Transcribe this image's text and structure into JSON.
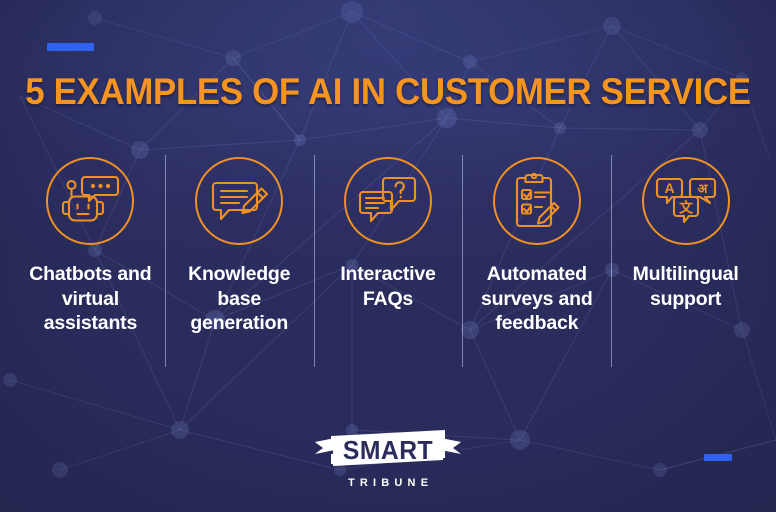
{
  "page": {
    "title": "5 EXAMPLES OF AI IN CUSTOMER SERVICE",
    "background_color": "#2a2c5c",
    "accent_color": "#2f62ee",
    "highlight_color": "#f5941e",
    "text_color": "#ffffff"
  },
  "accents": {
    "top_bar_name": "top-left-accent-bar",
    "bottom_bar_name": "bottom-right-accent-bar"
  },
  "columns": [
    {
      "index": "1",
      "label": "Chatbots and virtual assistants",
      "icon": "chatbot-robot-icon"
    },
    {
      "index": "2",
      "label": "Knowledge base generation",
      "icon": "speech-bubble-pencil-icon"
    },
    {
      "index": "3",
      "label": "Interactive FAQs",
      "icon": "question-speech-bubbles-icon"
    },
    {
      "index": "4",
      "label": "Automated surveys and feedback",
      "icon": "clipboard-checklist-pencil-icon"
    },
    {
      "index": "5",
      "label": "Multilingual support",
      "icon": "translation-bubbles-icon"
    }
  ],
  "logo": {
    "word": "SMART",
    "subtitle": "TRIBUNE",
    "bubble_letters": {
      "latin": "A",
      "devanagari": "अ",
      "han": "文"
    }
  }
}
